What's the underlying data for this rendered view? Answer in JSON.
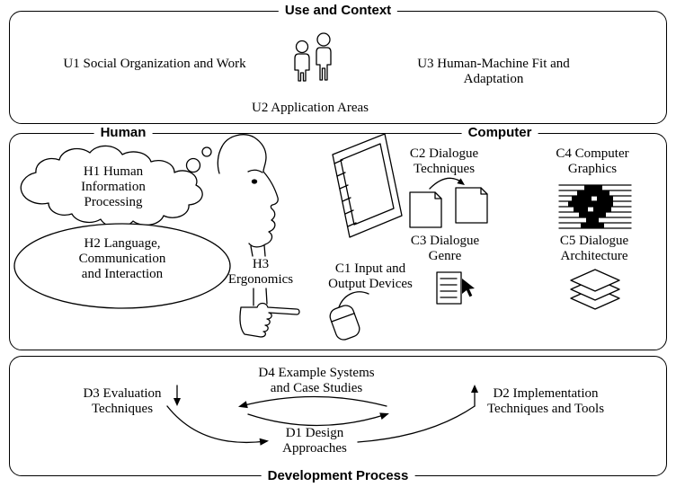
{
  "colors": {
    "foreground": "#000000",
    "background": "#ffffff"
  },
  "sections": {
    "use_context": {
      "title": "Use and Context",
      "items": {
        "u1": "U1 Social Organization and Work",
        "u2": "U2 Application Areas",
        "u3": "U3 Human-Machine Fit and Adaptation"
      }
    },
    "human": {
      "title": "Human",
      "items": {
        "h1": "H1 Human\nInformation\nProcessing",
        "h2": "H2 Language,\nCommunication\nand Interaction",
        "h3": "H3\nErgonomics"
      }
    },
    "computer": {
      "title": "Computer",
      "items": {
        "c1": "C1 Input and\nOutput Devices",
        "c2": "C2 Dialogue\nTechniques",
        "c3": "C3 Dialogue\nGenre",
        "c4": "C4 Computer\nGraphics",
        "c5": "C5 Dialogue\nArchitecture"
      }
    },
    "development": {
      "title": "Development Process",
      "items": {
        "d1": "D1 Design\nApproaches",
        "d2": "D2 Implementation\nTechniques and Tools",
        "d3": "D3 Evaluation\nTechniques",
        "d4": "D4 Example Systems\nand Case Studies"
      }
    }
  },
  "icons": {
    "people": "two-person-figures",
    "display": "tilted-monitor",
    "documents": "document-pair-with-transform-arrow",
    "graphics": "halftone-raster-image",
    "layers": "stacked-sheets",
    "mouse": "mouse-with-cable",
    "cursor_document": "document-with-pointer-cursor",
    "head": "human-profile-with-thought-cloud-and-speech-ellipse",
    "cycle": "design-iteration-arrows"
  }
}
